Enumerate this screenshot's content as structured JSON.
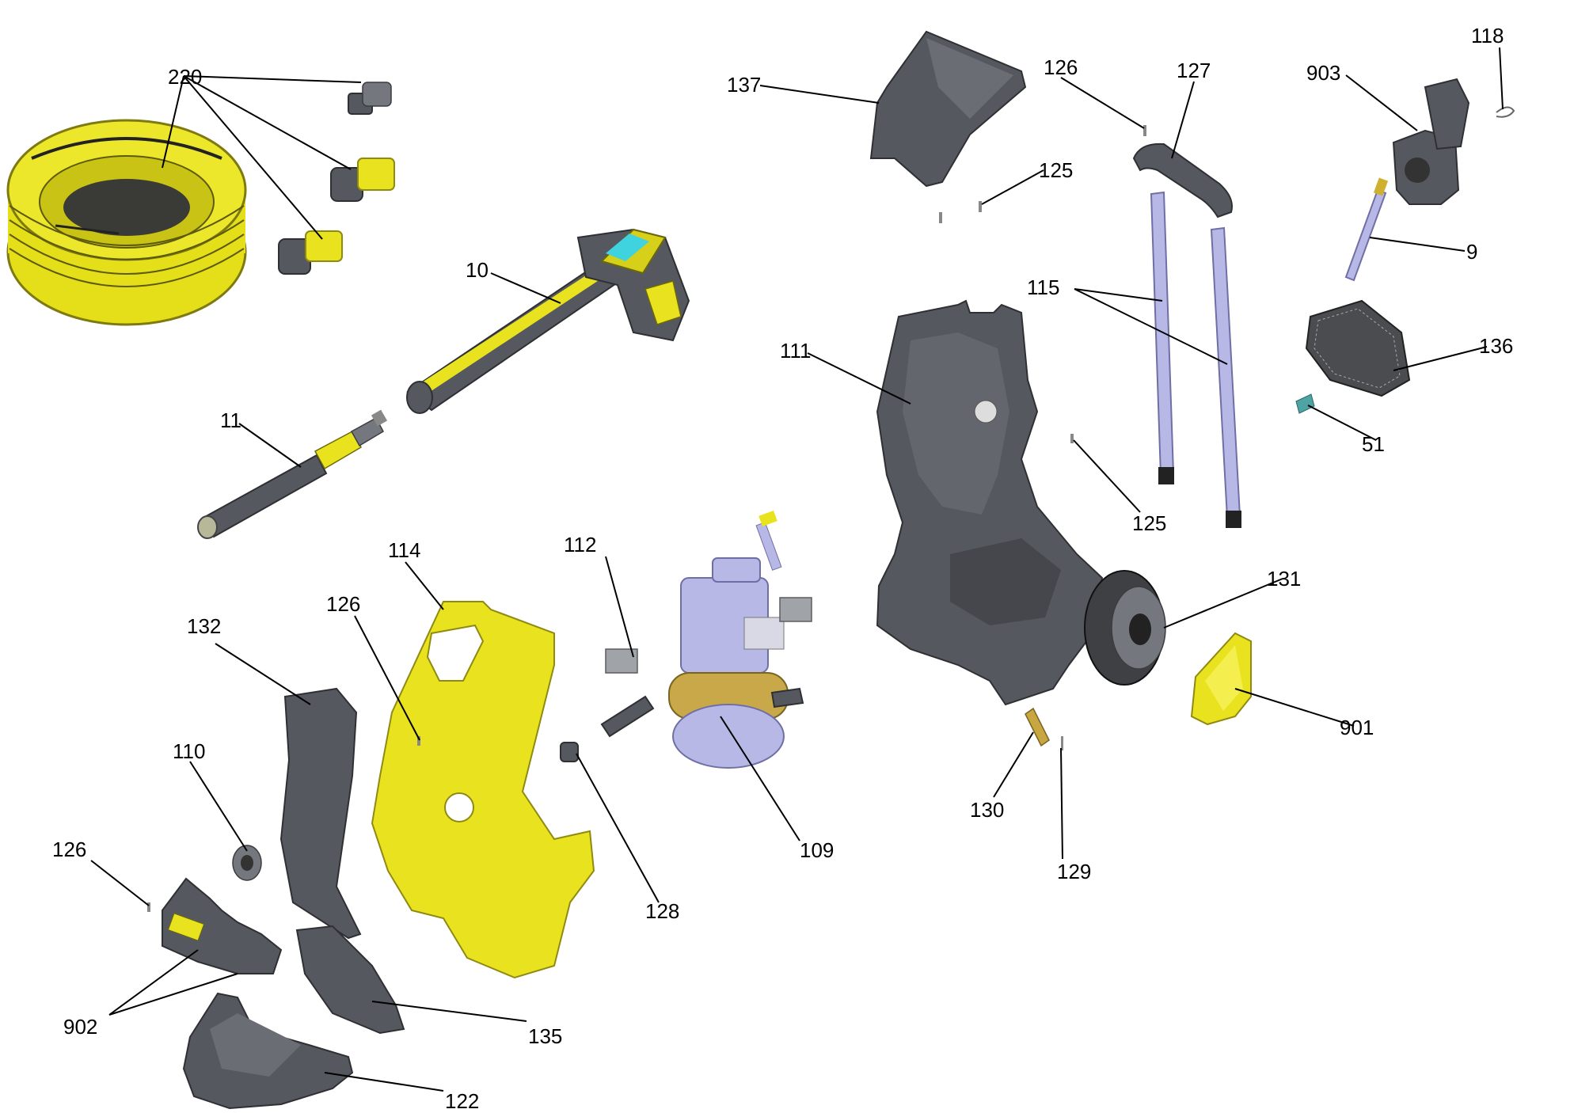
{
  "callouts": {
    "c220": "220",
    "c10": "10",
    "c11": "11",
    "c137": "137",
    "c126a": "126",
    "c127": "127",
    "c125a": "125",
    "c903": "903",
    "c118": "118",
    "c9": "9",
    "c115": "115",
    "c111": "111",
    "c136": "136",
    "c51": "51",
    "c125b": "125",
    "c131": "131",
    "c901": "901",
    "c112": "112",
    "c114": "114",
    "c126b": "126",
    "c132": "132",
    "c110": "110",
    "c126c": "126",
    "c128": "128",
    "c109": "109",
    "c130": "130",
    "c129": "129",
    "c902": "902",
    "c135": "135",
    "c122": "122"
  },
  "colors": {
    "yellow": "#e9e21f",
    "dark_plastic": "#55585e",
    "lilac_metal": "#b8b8e6",
    "cyan_display": "#3fd3e0"
  }
}
